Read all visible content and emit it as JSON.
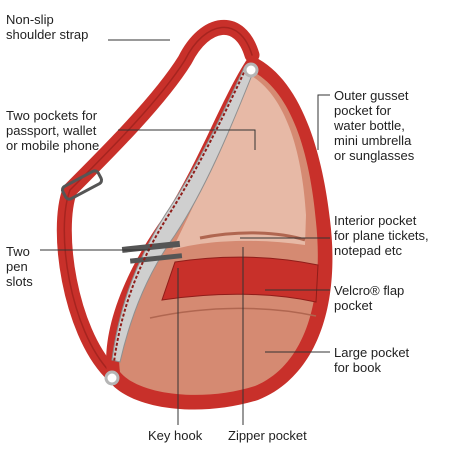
{
  "callouts": {
    "shoulder_strap": "Non-slip\nshoulder strap",
    "passport_pockets": "Two pockets for\npassport, wallet\nor mobile phone",
    "pen_slots": "Two\npen\nslots",
    "outer_gusset": "Outer gusset\npocket for\nwater bottle,\nmini umbrella\nor sunglasses",
    "interior_pocket": "Interior pocket\nfor plane tickets,\nnotepad etc",
    "velcro_flap": "Velcro® flap\npocket",
    "large_pocket": "Large pocket\nfor book",
    "key_hook": "Key hook",
    "zipper_pocket": "Zipper pocket"
  },
  "colors": {
    "strap_red": "#c8302a",
    "strap_dark": "#8f1d19",
    "body_salmon": "#d58a72",
    "inner_light": "#e7b9a6",
    "lining_grey": "#cfcfcf",
    "metal": "#b5b5b5",
    "leader_line": "#333333",
    "label_text": "#222222"
  },
  "icons": {
    "buckle": "rectangular-strap-buckle",
    "eyelets": "metal-grommets"
  }
}
